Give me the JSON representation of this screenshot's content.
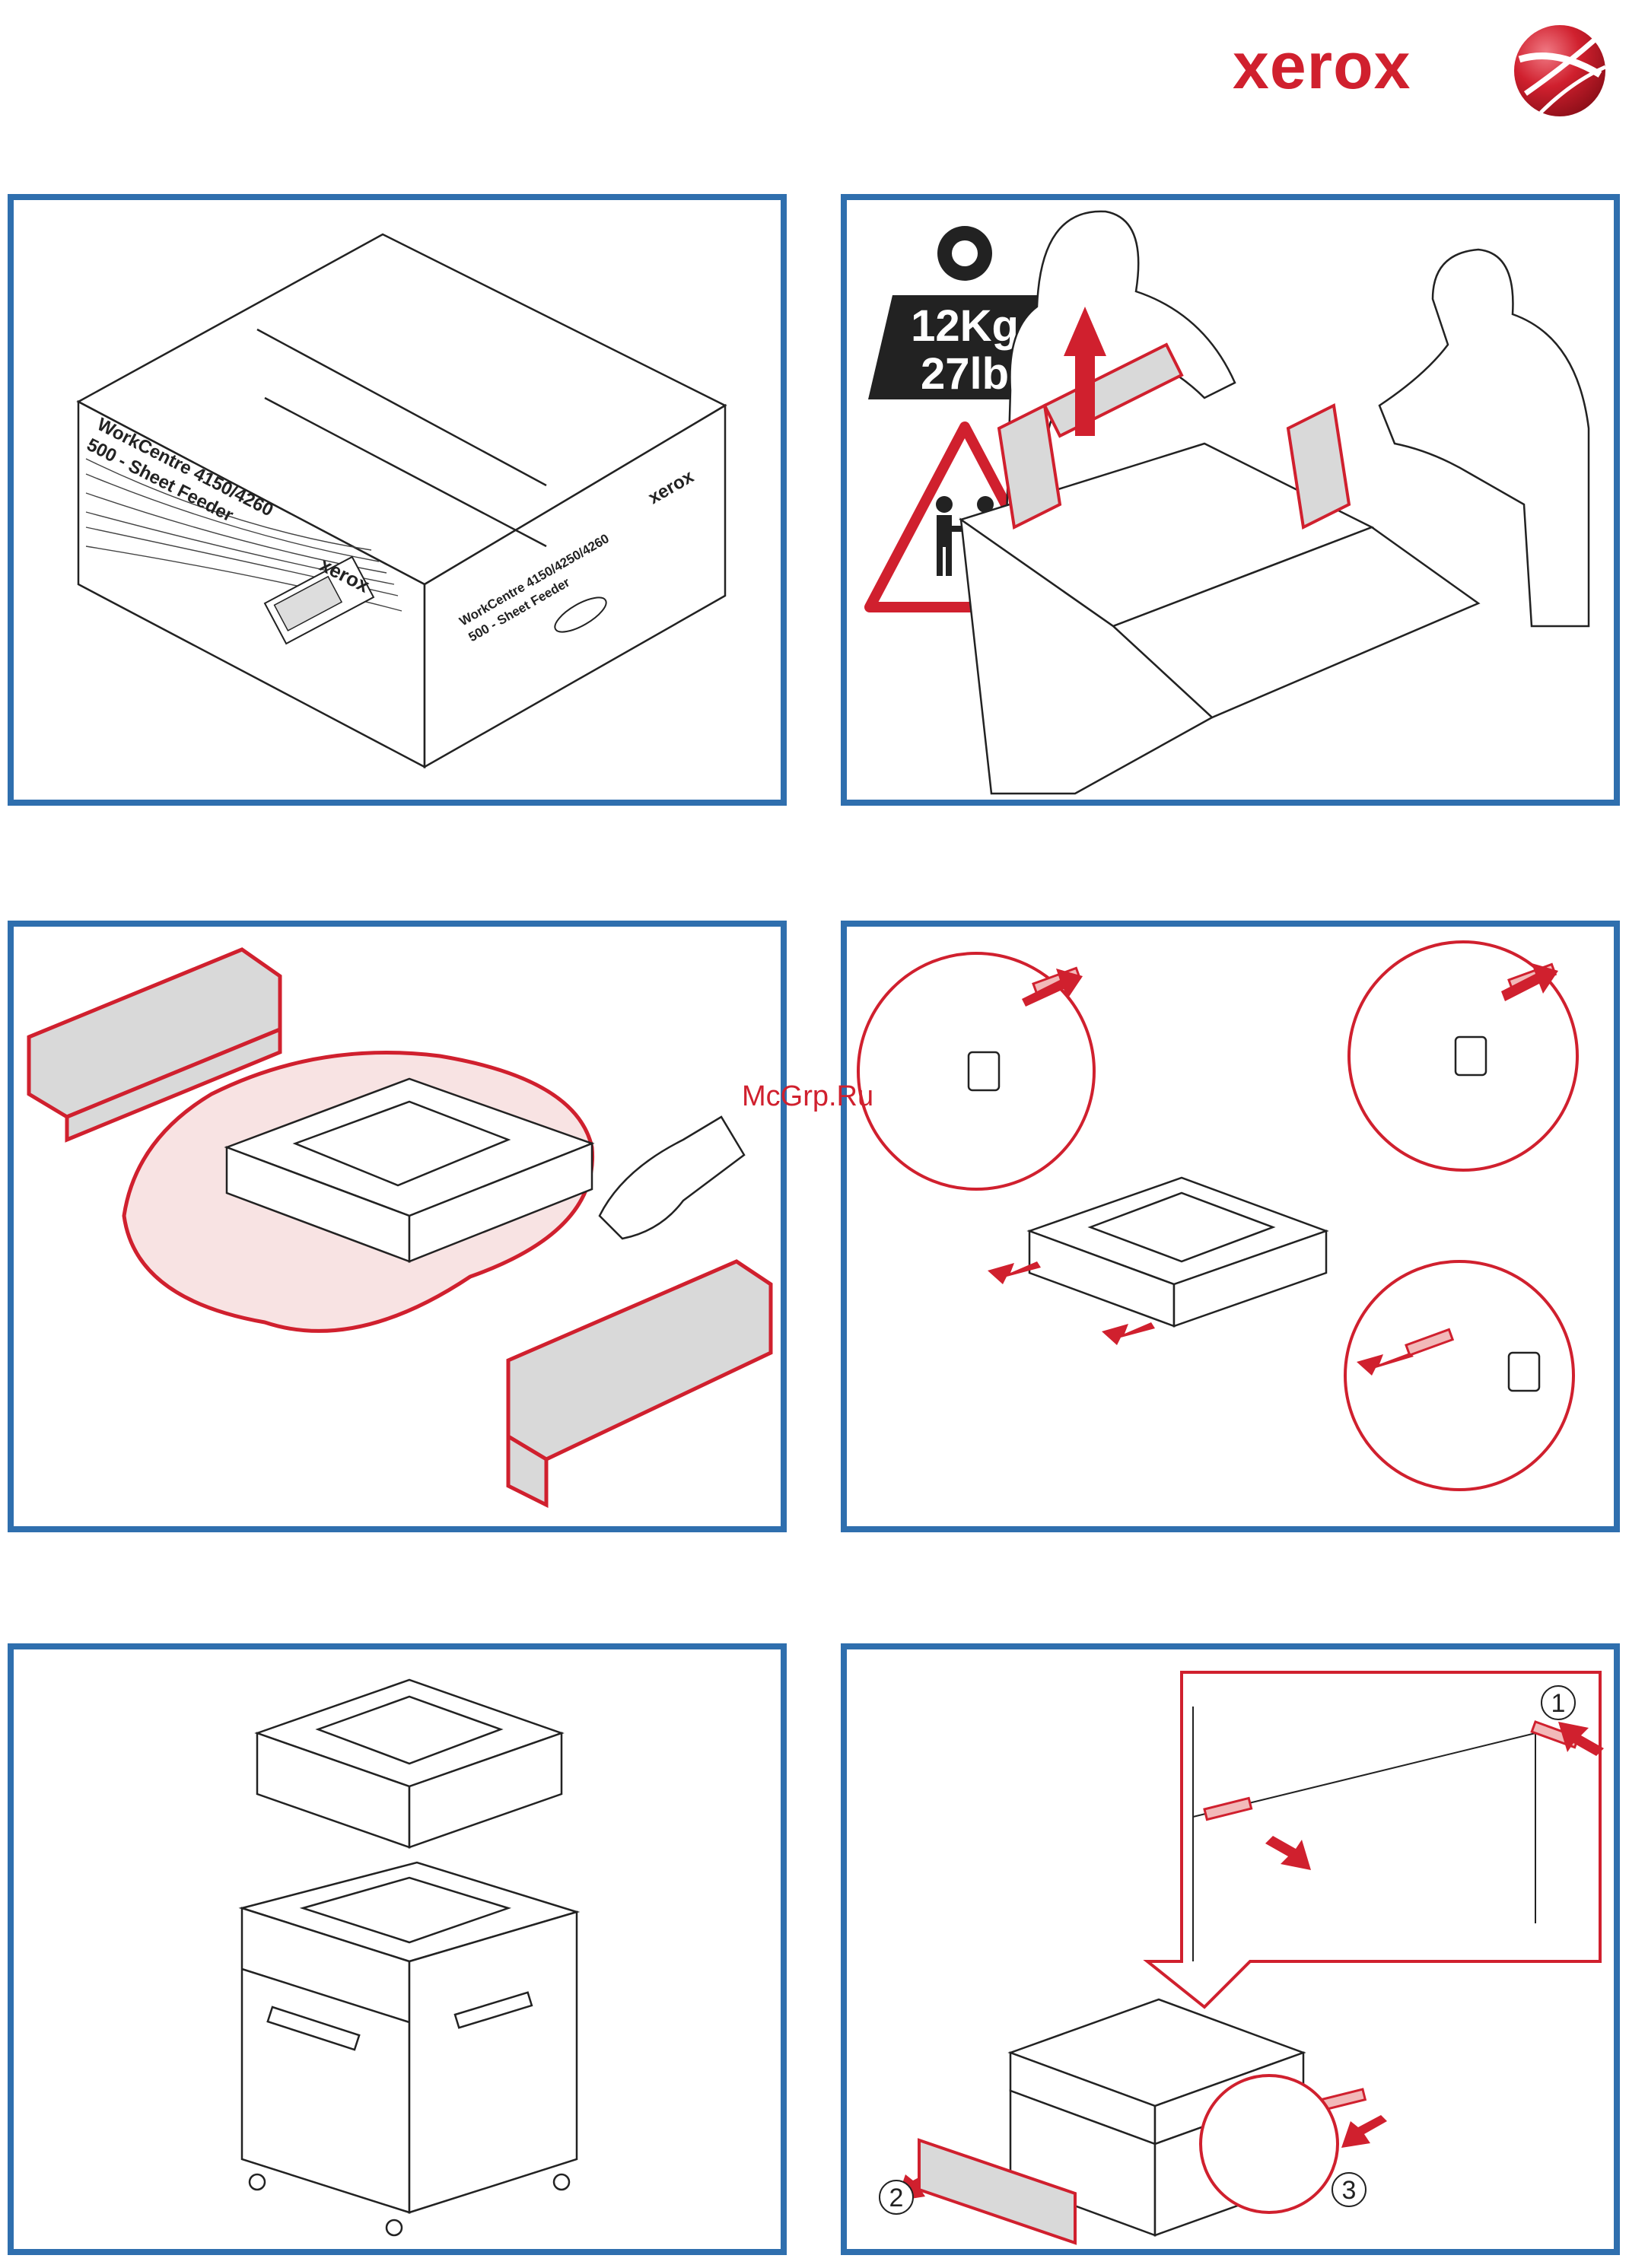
{
  "brand": {
    "name": "xerox",
    "color": "#d0202e",
    "icon": "xerox-globe-icon"
  },
  "watermark": "McGrp.Ru",
  "accent_colors": {
    "panel_border": "#2f6fae",
    "highlight": "#d0202e",
    "highlight_fill": "#f2b9b9"
  },
  "panels": [
    {
      "id": "step-1-box",
      "box_front_text_line1": "WorkCentre 4150/4260",
      "box_front_text_line2": "500 - Sheet Feeder",
      "box_side_text_line1": "WorkCentre 4150/4250/4260",
      "box_side_text_line2": "500 - Sheet Feeder",
      "box_logo": "xerox"
    },
    {
      "id": "step-2-lift",
      "weight_kg": "12Kg",
      "weight_lb": "27lb",
      "icons": [
        "weight-icon",
        "two-person-lift-warning-icon",
        "up-arrow-icon"
      ]
    },
    {
      "id": "step-3-unpack",
      "icons": [
        "foam-packing-icon",
        "plastic-bag-icon",
        "hand-icon"
      ]
    },
    {
      "id": "step-4-remove-pins",
      "icons": [
        "pin-icon",
        "arrow-icon",
        "callout-icon"
      ]
    },
    {
      "id": "step-5-stack",
      "icons": [
        "down-arrow-icon",
        "feeder-icon",
        "cabinet-icon"
      ]
    },
    {
      "id": "step-6-lock",
      "callout_numbers": [
        "1",
        "2",
        "3"
      ],
      "icons": [
        "pin-icon",
        "arrow-icon",
        "tray-icon"
      ]
    }
  ]
}
